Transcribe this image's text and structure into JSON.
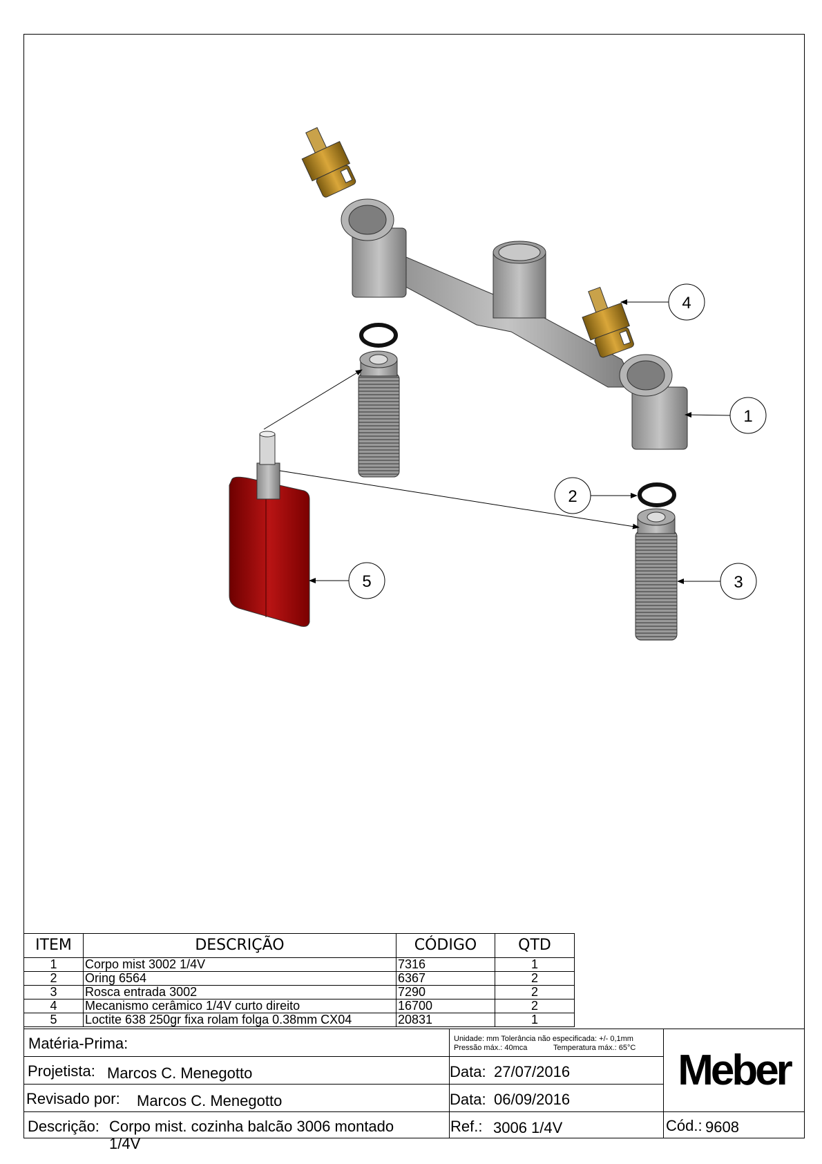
{
  "balloons": [
    "1",
    "2",
    "3",
    "4",
    "5"
  ],
  "bom": {
    "headers": {
      "item": "ITEM",
      "descricao": "DESCRIÇÃO",
      "codigo": "CÓDIGO",
      "qtd": "QTD"
    },
    "rows": [
      {
        "item": "1",
        "descricao": "Corpo mist 3002 1/4V",
        "codigo": "7316",
        "qtd": "1"
      },
      {
        "item": "2",
        "descricao": "Oring 6564",
        "codigo": "6367",
        "qtd": "2"
      },
      {
        "item": "3",
        "descricao": "Rosca entrada 3002",
        "codigo": "7290",
        "qtd": "2"
      },
      {
        "item": "4",
        "descricao": "Mecanismo cerâmico 1/4V curto direito",
        "codigo": "16700",
        "qtd": "2"
      },
      {
        "item": "5",
        "descricao": "Loctite 638 250gr fixa rolam folga 0.38mm CX04",
        "codigo": "20831",
        "qtd": "1"
      }
    ]
  },
  "title_block": {
    "materia_prima_label": "Matéria-Prima:",
    "notes_line1": "Unidade: mm Tolerância não especificada: +/- 0,1mm",
    "notes_line2a": "Pressão máx.: 40mca",
    "notes_line2b": "Temperatura máx.: 65°C",
    "projetista_label": "Projetista:",
    "projetista": "Marcos C. Menegotto",
    "data1_label": "Data:",
    "data1": "27/07/2016",
    "revisado_label": "Revisado por:",
    "revisado": "Marcos C. Menegotto",
    "data2_label": "Data:",
    "data2": "06/09/2016",
    "descricao_label": "Descrição:",
    "descricao": "Corpo mist. cozinha balcão 3006 montado",
    "descricao_cont": "1/4V",
    "ref_label": "Ref.:",
    "ref": "3006 1/4V",
    "cod_label": "Cód.:",
    "cod": "9608",
    "logo": "Meber"
  }
}
